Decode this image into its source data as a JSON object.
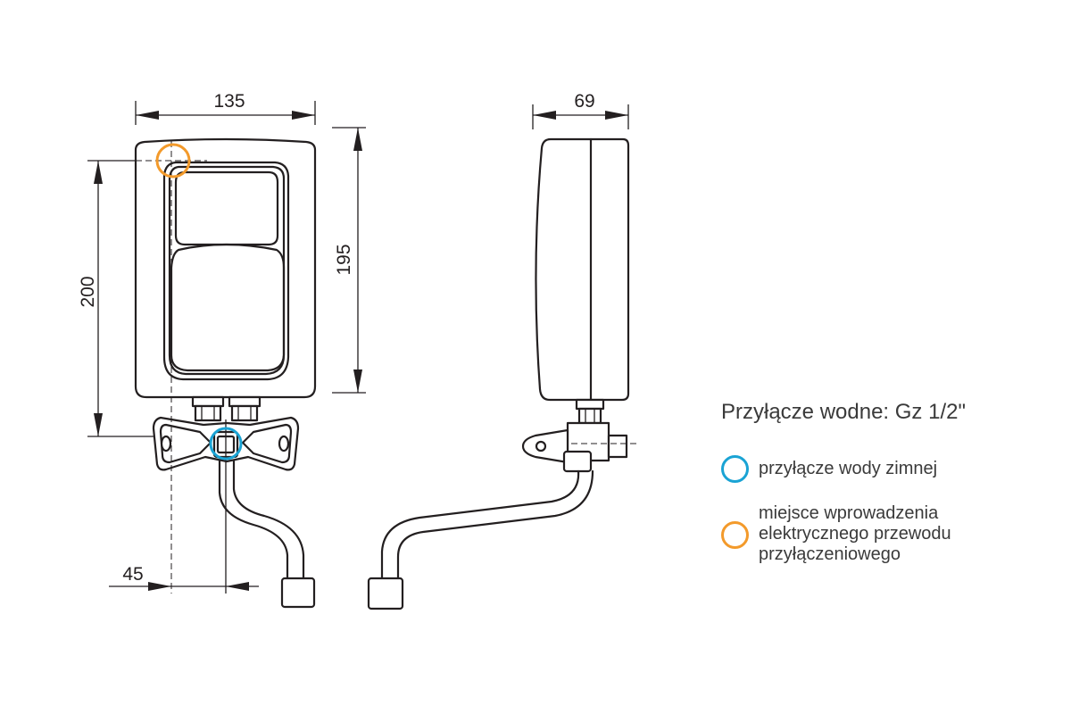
{
  "dimensions": {
    "front_width": "135",
    "front_height_outer": "200",
    "front_height_inner": "195",
    "side_depth": "69",
    "offset": "45"
  },
  "legend": {
    "title": "Przyłącze wodne: Gz 1/2\"",
    "items": [
      {
        "label": "przyłącze wody zimnej",
        "color": "#1aa3d4",
        "icon": "cyan-circle-icon"
      },
      {
        "label": "miejsce wprowadzenia\nelektrycznego przewodu\nprzyłączeniowego",
        "color": "#f39a2b",
        "icon": "orange-circle-icon"
      }
    ]
  },
  "colors": {
    "line": "#231f20",
    "cold_water": "#1aa3d4",
    "electric": "#f39a2b"
  }
}
